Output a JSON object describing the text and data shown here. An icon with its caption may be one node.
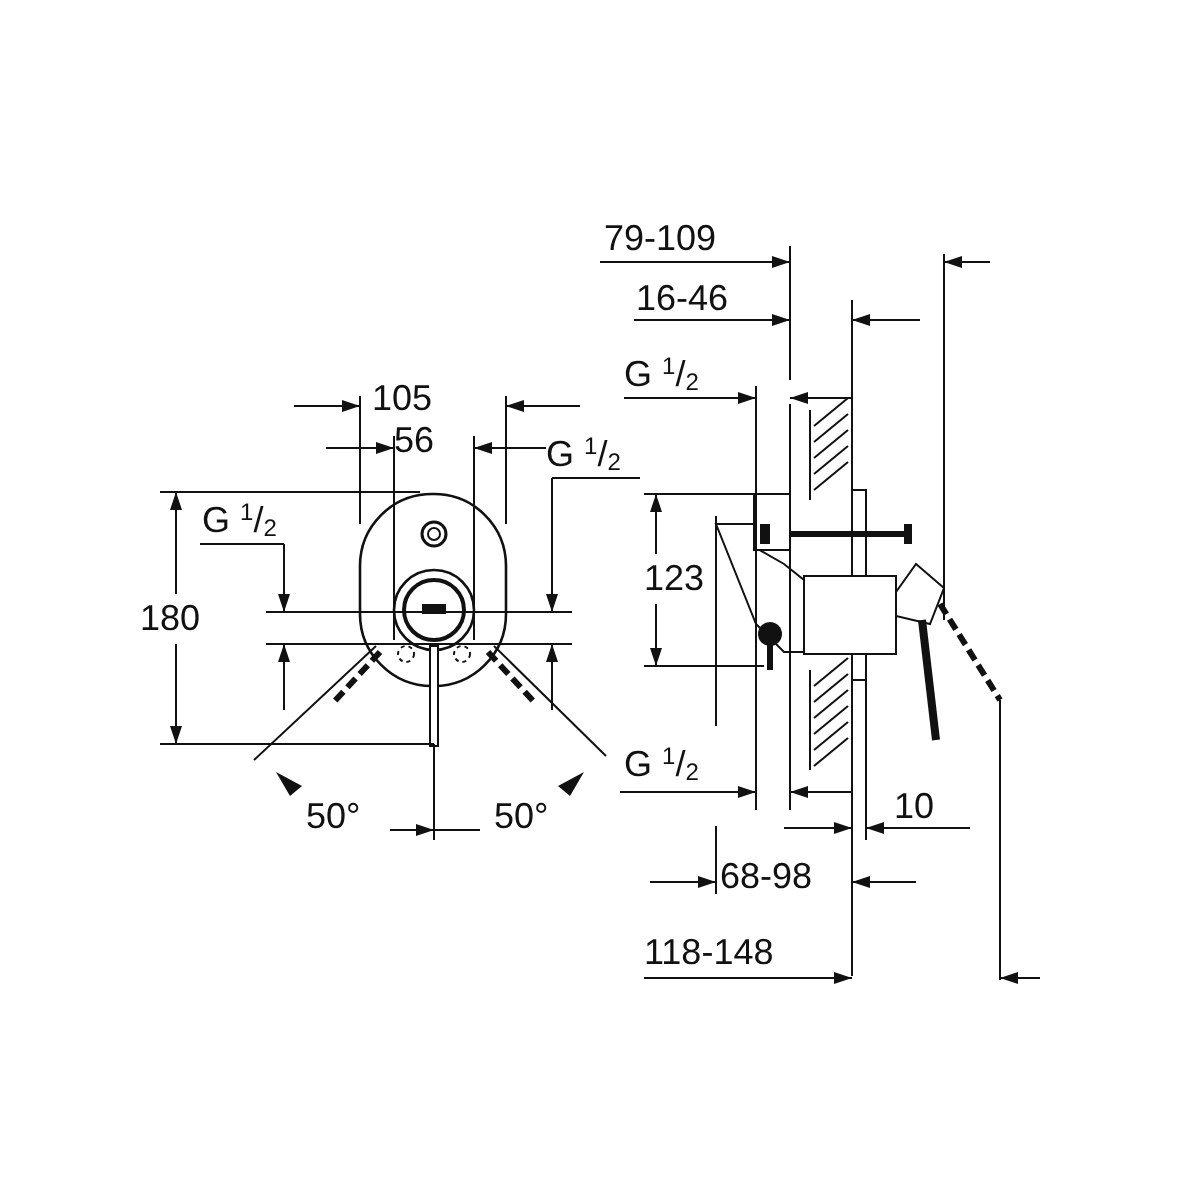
{
  "diagram": {
    "labels": [
      "79-109",
      "16-46",
      "G $^{1}$/$_{2}$",
      "105",
      "56",
      "G $^{1}$/$_{2}$",
      "G $^{1}$/$_{2}$",
      "180",
      "123",
      "G $^{1}$/$_{2}$",
      "50°",
      "50°",
      "10",
      "68-98",
      "118-148"
    ]
  }
}
